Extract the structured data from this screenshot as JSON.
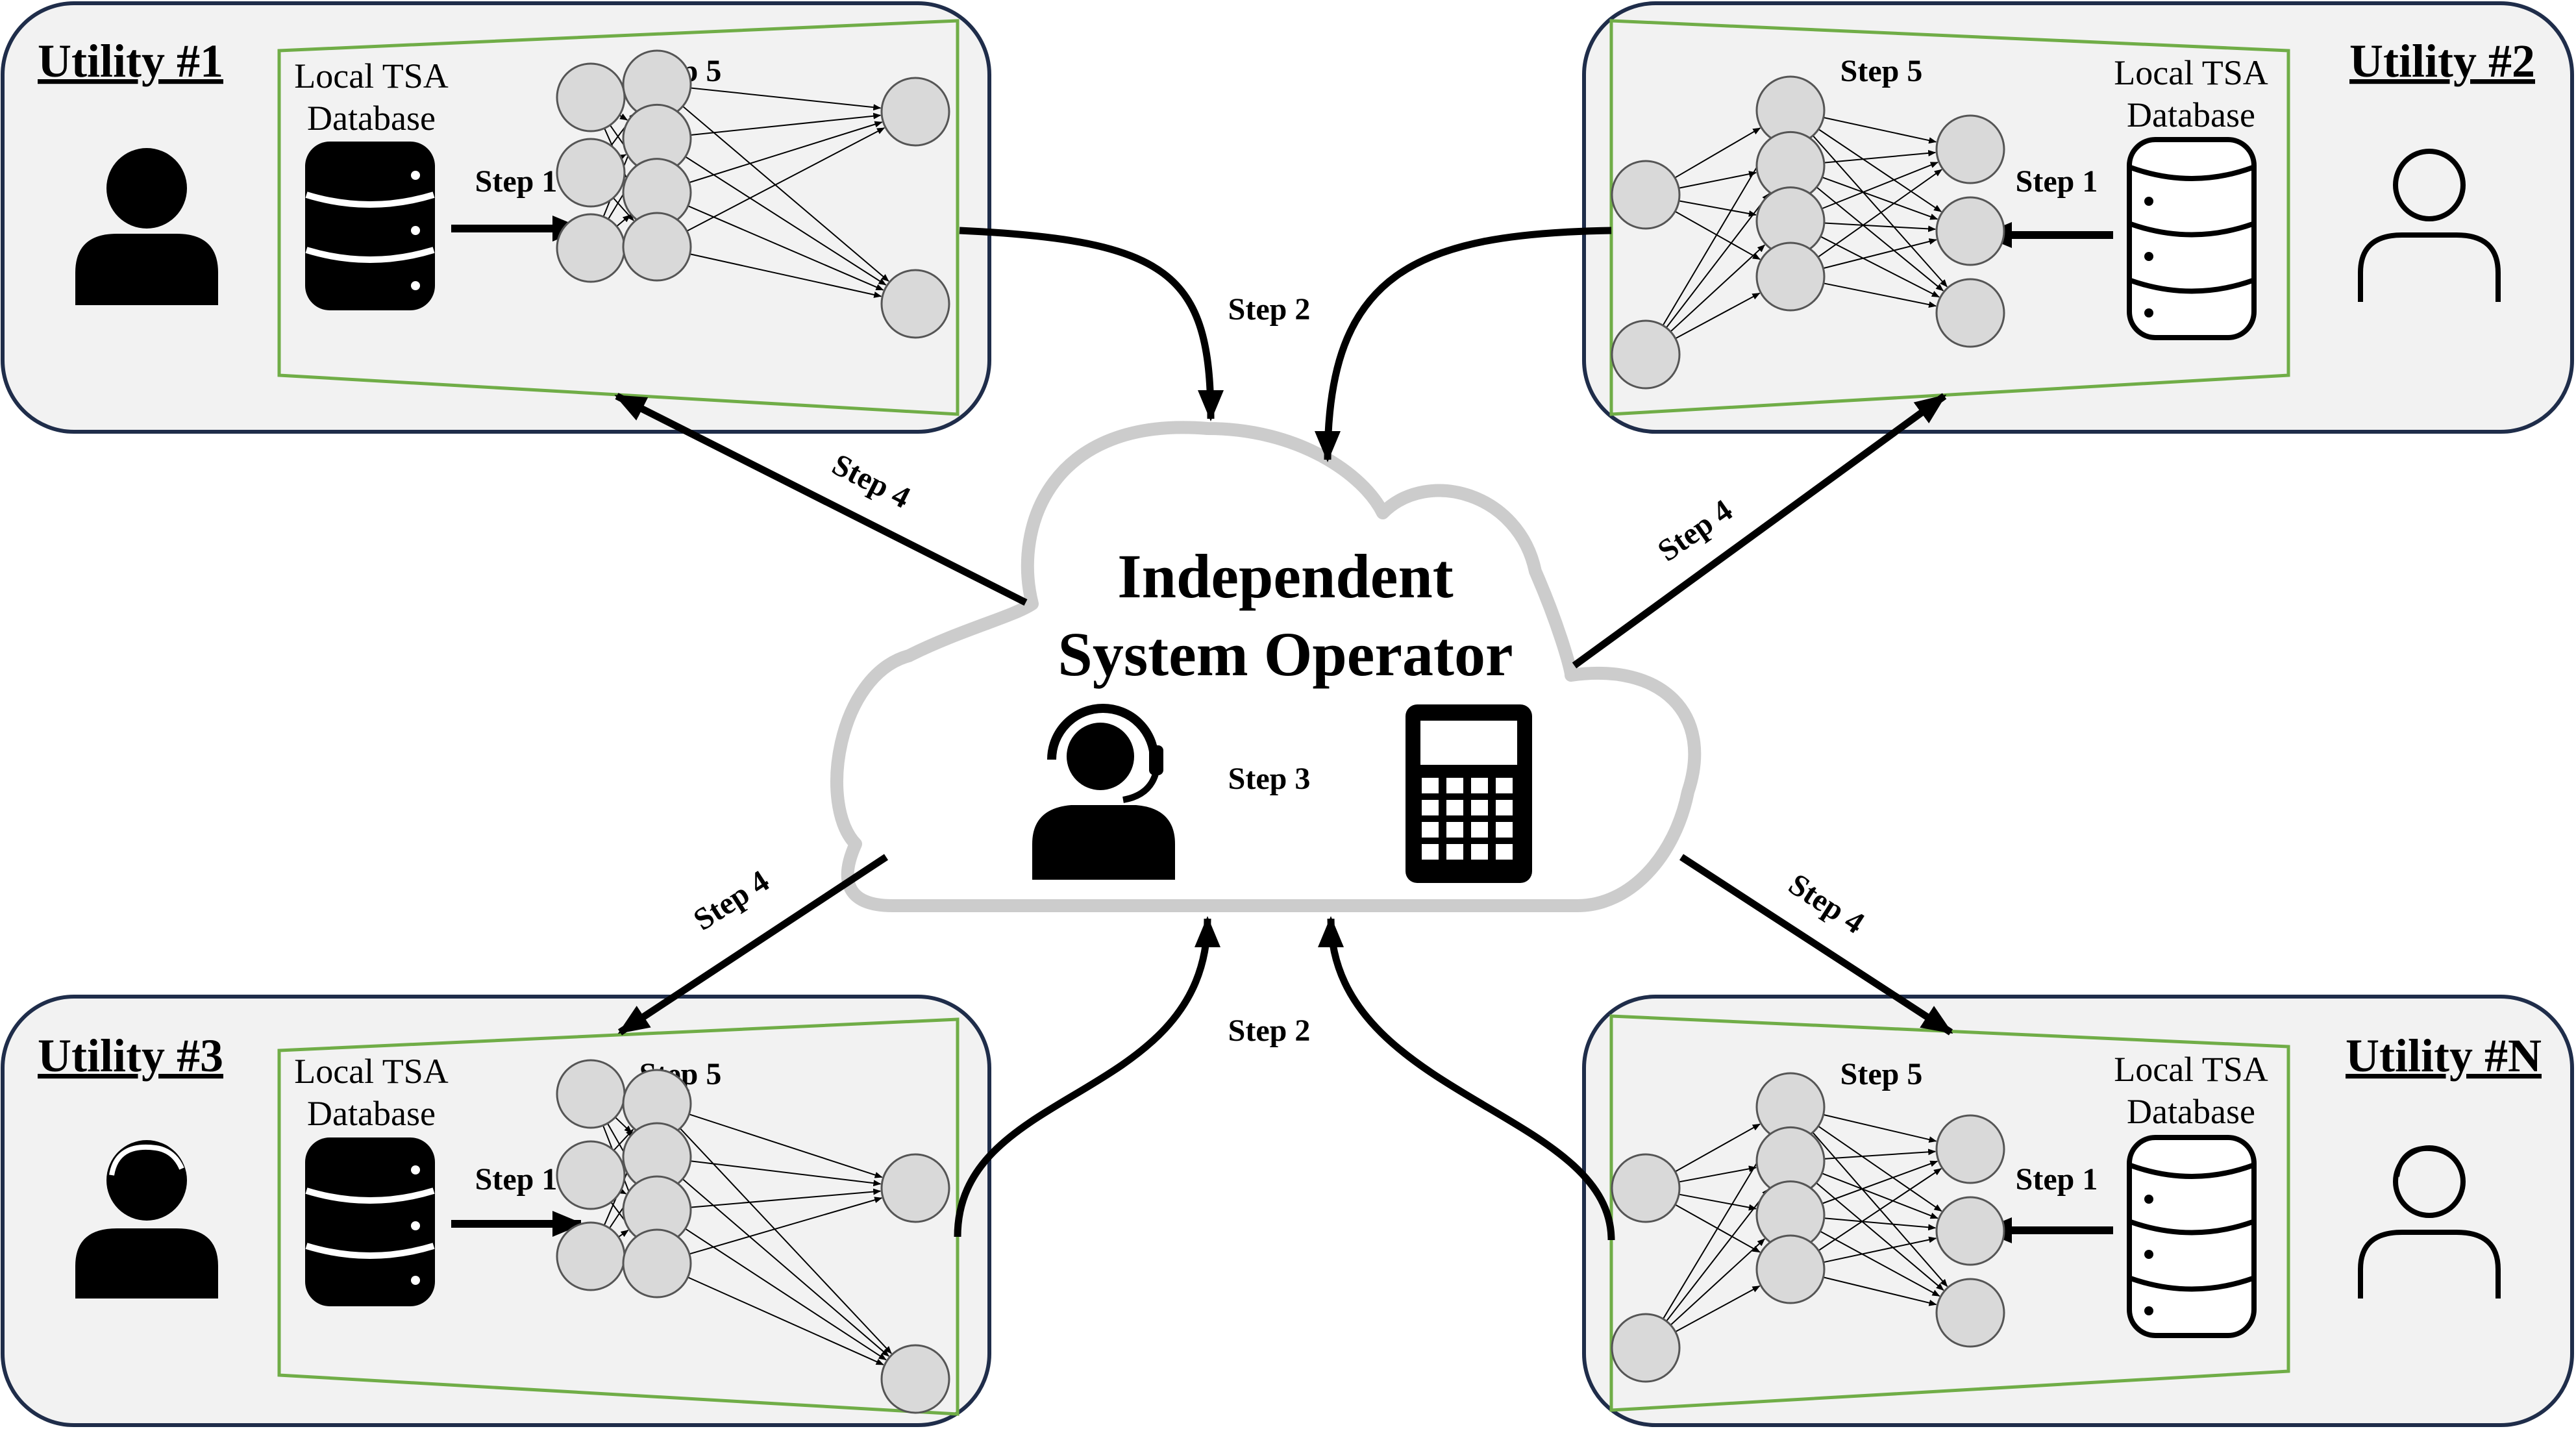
{
  "utilities": [
    {
      "title": "Utility #1",
      "db_label_line1": "Local TSA",
      "db_label_line2": "Database",
      "step1": "Step 1",
      "step5": "Step 5"
    },
    {
      "title": "Utility #2",
      "db_label_line1": "Local TSA",
      "db_label_line2": "Database",
      "step1": "Step 1",
      "step5": "Step 5"
    },
    {
      "title": "Utility #3",
      "db_label_line1": "Local TSA",
      "db_label_line2": "Database",
      "step1": "Step 1",
      "step5": "Step 5"
    },
    {
      "title": "Utility #N",
      "db_label_line1": "Local TSA",
      "db_label_line2": "Database",
      "step1": "Step 1",
      "step5": "Step 5"
    }
  ],
  "cloud": {
    "title_line1": "Independent",
    "title_line2": "System Operator",
    "step3": "Step 3"
  },
  "steps": {
    "step2_top": "Step 2",
    "step2_bottom": "Step 2",
    "step4_tl": "Step 4",
    "step4_tr": "Step 4",
    "step4_bl": "Step 4",
    "step4_br": "Step 4"
  },
  "icons": {
    "utility1_user": "person-filled-icon",
    "utility2_user": "person-outline-icon",
    "utility3_user": "person-short-hair-filled-icon",
    "utilityN_user": "person-short-hair-outline-icon",
    "database": "database-icon",
    "operator": "headset-operator-icon",
    "calculator": "calculator-icon",
    "neural_net": "neural-network-icon"
  },
  "colors": {
    "panel_border": "#1f2d4a",
    "panel_fill": "#f2f2f2",
    "model_frame": "#70ad47",
    "node_fill": "#d9d9d9",
    "cloud_stroke": "#cccccc"
  }
}
